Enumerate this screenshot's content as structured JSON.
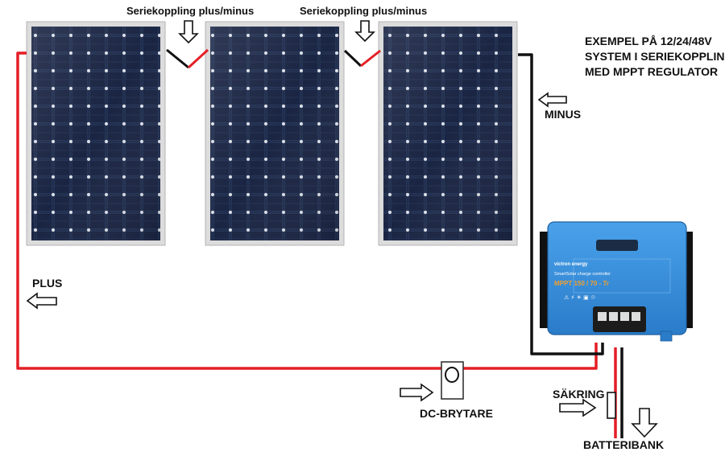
{
  "diagram": {
    "title_lines": [
      "EXEMPEL PÅ 12/24/48V",
      "SYSTEM I SERIEKOPPLING",
      "MED MPPT REGULATOR"
    ],
    "series_label_left": "Seriekoppling plus/minus",
    "series_label_right": "Seriekoppling plus/minus",
    "minus_label": "MINUS",
    "plus_label": "PLUS",
    "dc_switch_label": "DC-BRYTARE",
    "fuse_label": "SÄKRING",
    "battery_label": "BATTERIBANK",
    "controller": {
      "brand": "victron energy",
      "subtitle": "SmartSolar charge controller",
      "model": "MPPT 150 / 70 - Tr",
      "icons": "⚠ ⚡ ☀ ▣ ♲"
    },
    "colors": {
      "plus_wire": "#e41e26",
      "minus_wire": "#111111",
      "panel_cell": "#1f2b4a",
      "controller_body": "#2f86d6",
      "arrow_stroke": "#111111"
    }
  }
}
